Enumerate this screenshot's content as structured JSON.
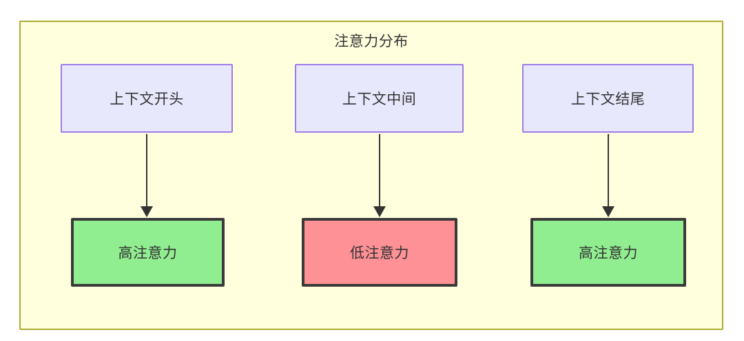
{
  "diagram": {
    "title": "注意力分布",
    "colors": {
      "container_bg": "#ffffde",
      "container_border": "#aaaa33",
      "context_fill": "#e8e8fd",
      "context_border": "#9d7ce8",
      "high_attention_fill": "#90ee90",
      "low_attention_fill": "#fd9196",
      "level_border": "#3a3a3a",
      "edge": "#333333",
      "text": "#333333"
    },
    "context_nodes": [
      {
        "id": "ctx-start",
        "label": "上下文开头"
      },
      {
        "id": "ctx-middle",
        "label": "上下文中间"
      },
      {
        "id": "ctx-end",
        "label": "上下文结尾"
      }
    ],
    "level_nodes": [
      {
        "id": "high-start",
        "label": "高注意力",
        "level": "high"
      },
      {
        "id": "low-middle",
        "label": "低注意力",
        "level": "low"
      },
      {
        "id": "high-end",
        "label": "高注意力",
        "level": "high"
      }
    ],
    "edges": [
      {
        "from": "ctx-start",
        "to": "high-start",
        "label": ""
      },
      {
        "from": "ctx-middle",
        "to": "low-middle",
        "label": ""
      },
      {
        "from": "ctx-end",
        "to": "high-end",
        "label": ""
      }
    ]
  }
}
